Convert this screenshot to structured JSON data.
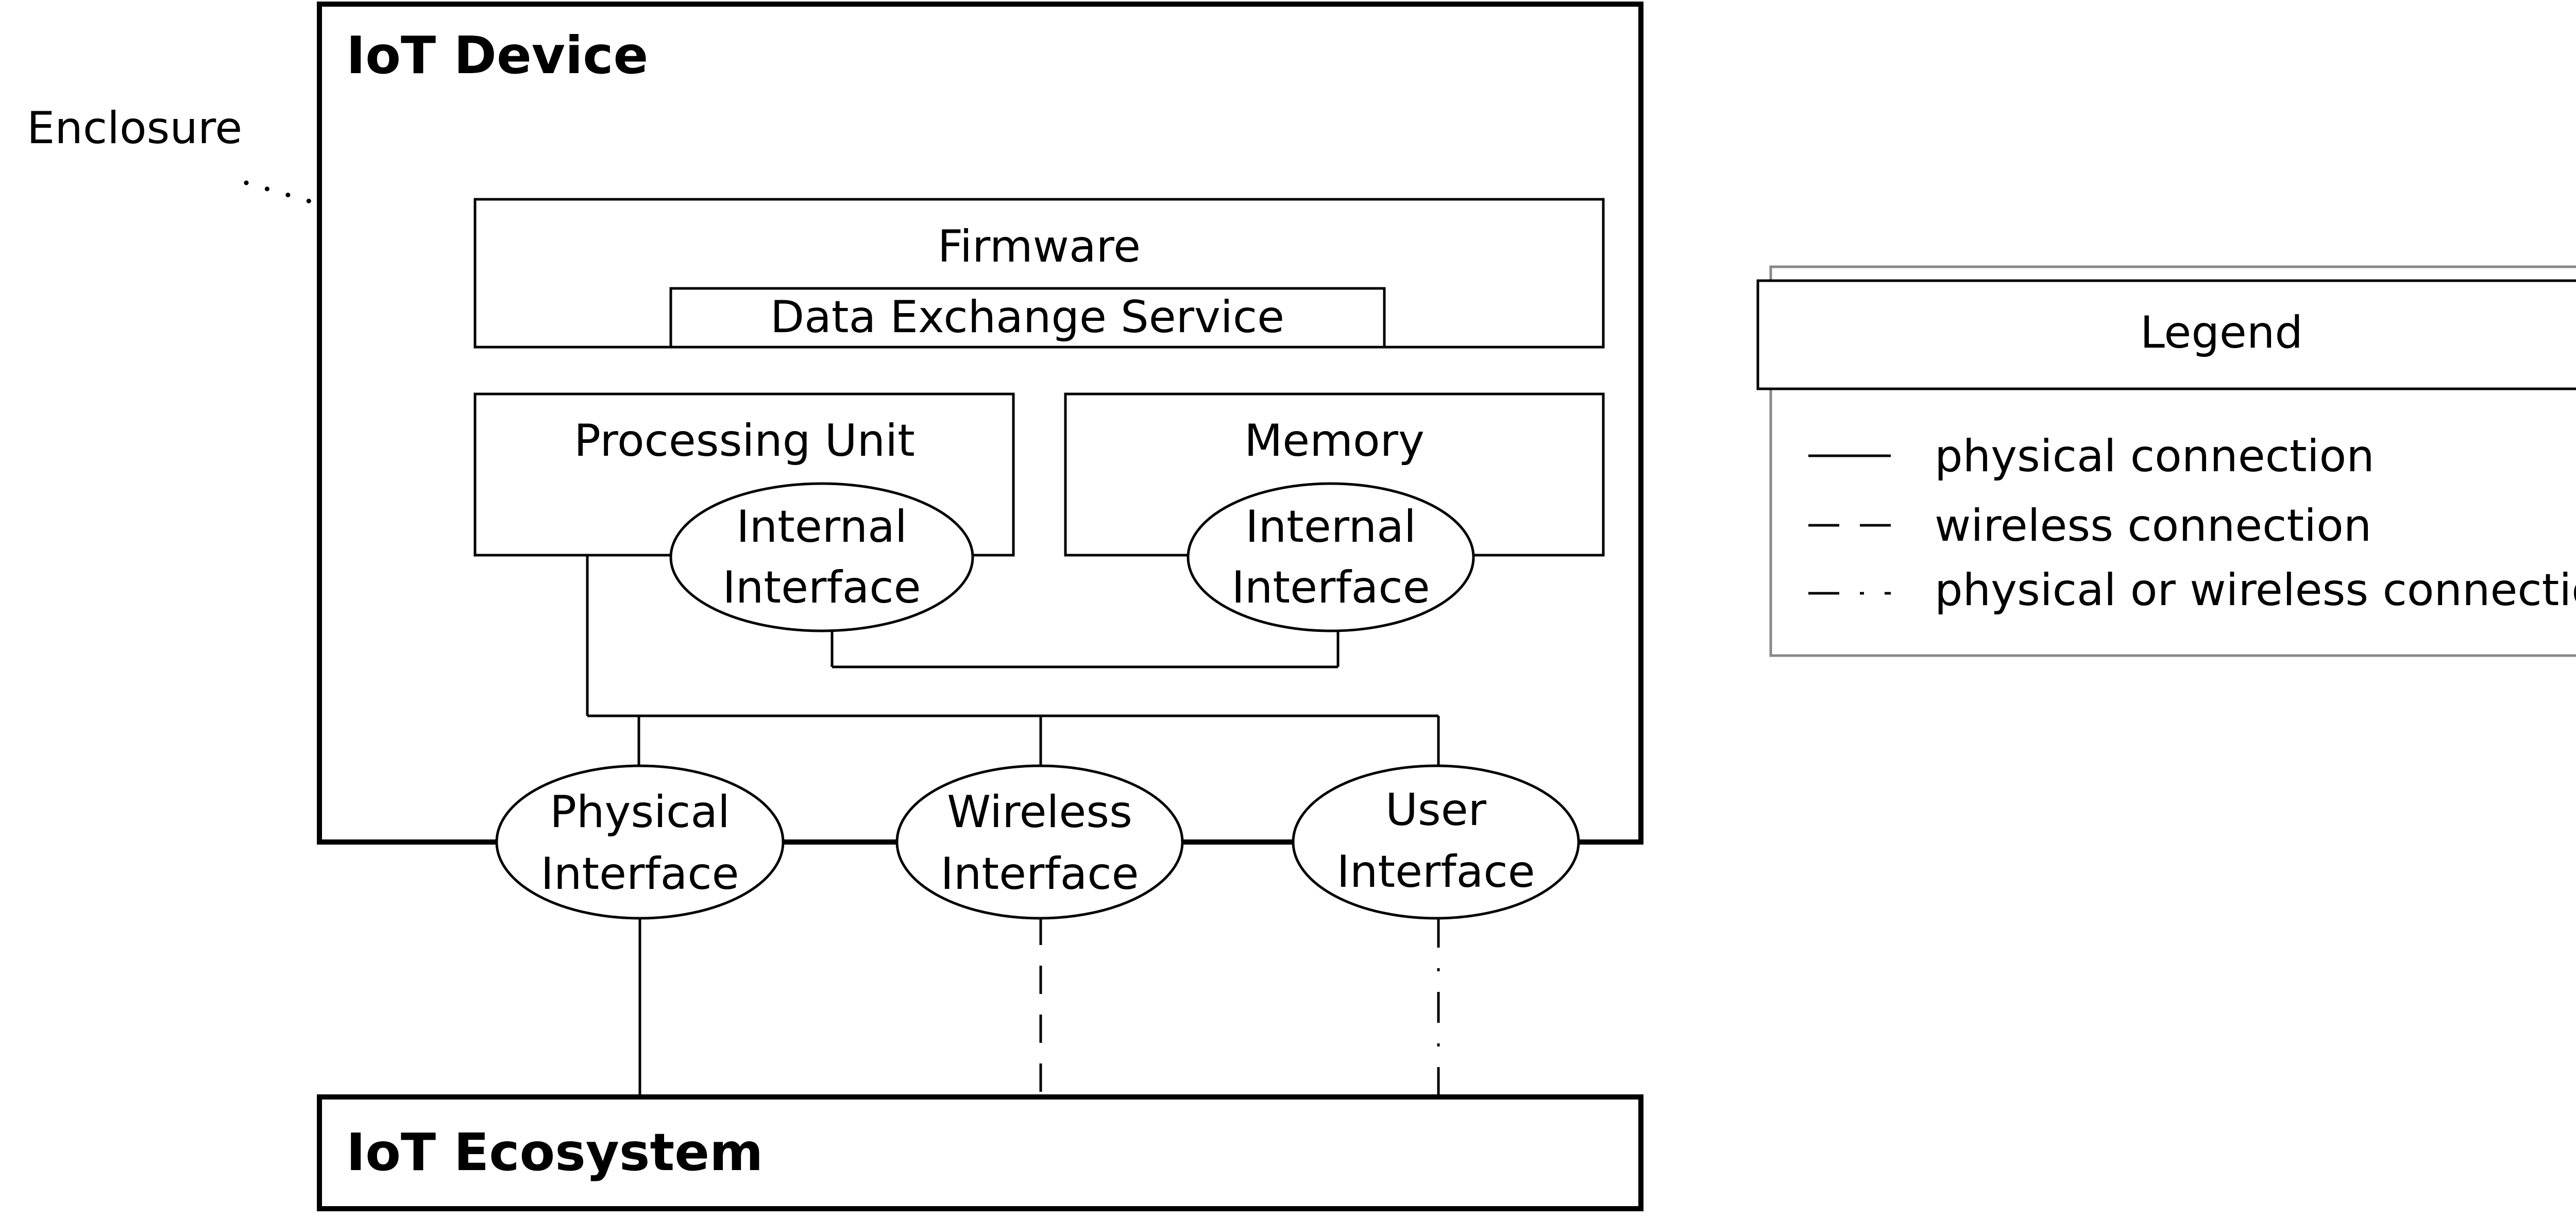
{
  "device": {
    "title": "IoT Device",
    "enclosure_label": "Enclosure",
    "firmware": {
      "label": "Firmware",
      "service_label": "Data Exchange Service"
    },
    "processing_unit": {
      "label": "Processing Unit",
      "interface_line1": "Internal",
      "interface_line2": "Interface"
    },
    "memory": {
      "label": "Memory",
      "interface_line1": "Internal",
      "interface_line2": "Interface"
    },
    "interfaces": [
      {
        "line1": "Physical",
        "line2": "Interface",
        "connection": "physical"
      },
      {
        "line1": "Wireless",
        "line2": "Interface",
        "connection": "wireless"
      },
      {
        "line1": "User",
        "line2": "Interface",
        "connection": "physical or wireless"
      }
    ]
  },
  "ecosystem": {
    "title": "IoT Ecosystem"
  },
  "legend": {
    "title": "Legend",
    "items": [
      {
        "style": "solid",
        "label": "physical connection"
      },
      {
        "style": "dashed",
        "label": "wireless connection"
      },
      {
        "style": "dash-dot",
        "label": "physical or wireless connection"
      }
    ]
  }
}
